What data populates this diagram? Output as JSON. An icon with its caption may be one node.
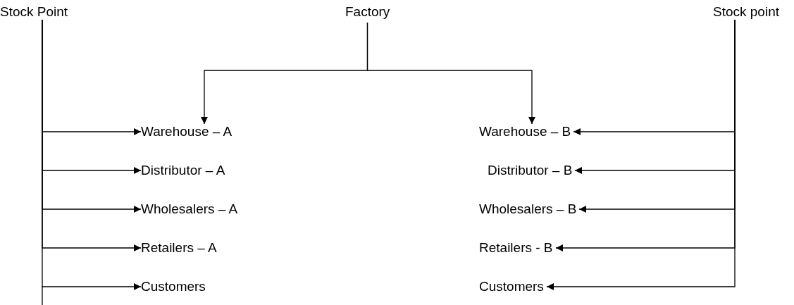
{
  "diagram": {
    "nodes": [
      {
        "text": [
          "Stock Point"
        ]
      },
      {
        "text": [
          "Factory"
        ]
      },
      {
        "text": [
          "Stock point"
        ]
      },
      {
        "text": [
          "Warehouse – A"
        ]
      },
      {
        "text": [
          "Distributor – A"
        ]
      },
      {
        "text": [
          "Wholesalers – A"
        ]
      },
      {
        "text": [
          "Retailers – A"
        ]
      },
      {
        "text": [
          "Customers"
        ]
      },
      {
        "text": [
          "Warehouse – B"
        ]
      },
      {
        "text": [
          "Distributor – B"
        ]
      },
      {
        "text": [
          "Wholesalers – B"
        ]
      },
      {
        "text": [
          "Retailers - B"
        ]
      },
      {
        "text": [
          "Customers"
        ]
      }
    ],
    "edges": [
      {
        "from": 1,
        "to": 3,
        "arrow": "to"
      },
      {
        "from": 1,
        "to": 8,
        "arrow": "to"
      },
      {
        "from": 0,
        "to": 3,
        "arrow": "to"
      },
      {
        "from": 0,
        "to": 4,
        "arrow": "to"
      },
      {
        "from": 0,
        "to": 5,
        "arrow": "to"
      },
      {
        "from": 0,
        "to": 6,
        "arrow": "to"
      },
      {
        "from": 0,
        "to": 7,
        "arrow": "to"
      },
      {
        "from": 2,
        "to": 8,
        "arrow": "to"
      },
      {
        "from": 2,
        "to": 9,
        "arrow": "to"
      },
      {
        "from": 2,
        "to": 10,
        "arrow": "to"
      },
      {
        "from": 2,
        "to": 11,
        "arrow": "to"
      },
      {
        "from": 2,
        "to": 12,
        "arrow": "to"
      }
    ]
  }
}
